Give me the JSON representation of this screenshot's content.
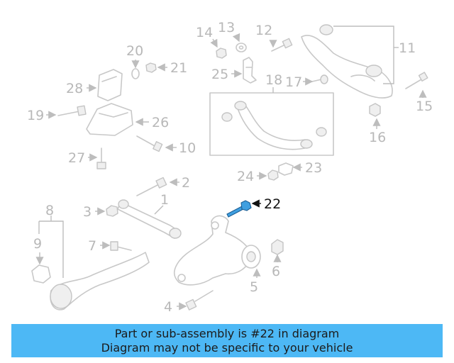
{
  "callouts": {
    "c1": "1",
    "c2": "2",
    "c3": "3",
    "c4": "4",
    "c5": "5",
    "c6": "6",
    "c7": "7",
    "c8": "8",
    "c9": "9",
    "c10": "10",
    "c11": "11",
    "c12": "12",
    "c13": "13",
    "c14": "14",
    "c15": "15",
    "c16": "16",
    "c17": "17",
    "c18": "18",
    "c19": "19",
    "c20": "20",
    "c21": "21",
    "c22": "22",
    "c23": "23",
    "c24": "24",
    "c25": "25",
    "c26": "26",
    "c27": "27",
    "c28": "28"
  },
  "highlight": {
    "part_number": "22",
    "color": "#3f9fe0"
  },
  "banner": {
    "line1": "Part or sub-assembly is #22 in diagram",
    "line2": "Diagram may not be specific to your vehicle",
    "background": "#4db8f5"
  }
}
